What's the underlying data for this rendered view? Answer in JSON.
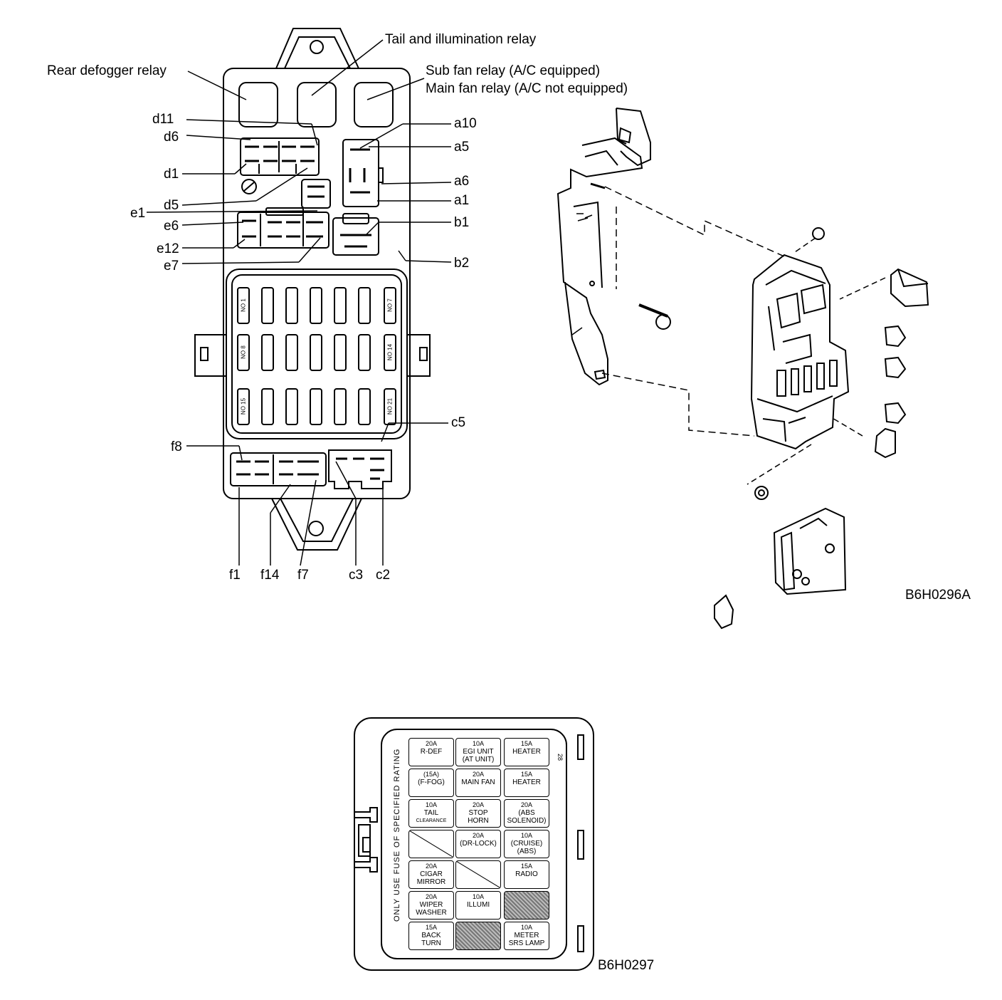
{
  "relay_labels": {
    "rear_defogger": "Rear defogger relay",
    "tail_illumination": "Tail and illumination relay",
    "sub_fan": "Sub fan relay (A/C equipped)",
    "main_fan": "Main fan relay (A/C not equipped)"
  },
  "connector_labels": {
    "d11": "d11",
    "d6": "d6",
    "d1": "d1",
    "d5": "d5",
    "e1": "e1",
    "e6": "e6",
    "e12": "e12",
    "e7": "e7",
    "a10": "a10",
    "a5": "a5",
    "a6": "a6",
    "a1": "a1",
    "b1": "b1",
    "b2": "b2",
    "c5": "c5",
    "f8": "f8",
    "f1": "f1",
    "f14": "f14",
    "f7": "f7",
    "c3": "c3",
    "c2": "c2"
  },
  "slot_labels": {
    "no1": "NO 1",
    "no7": "NO 7",
    "no8": "NO 8",
    "no14": "NO 14",
    "no15": "NO 15",
    "no21": "NO 21"
  },
  "figure_codes": {
    "exploded": "B6H0296A",
    "cover": "B6H0297"
  },
  "cover": {
    "side_note": "ONLY USE FUSE OF SPECIFIED RATING",
    "corner_num": "28",
    "cells": [
      {
        "amp": "20A",
        "name": "R-DEF",
        "name2": ""
      },
      {
        "amp": "10A",
        "name": "EGI UNIT",
        "name2": "(AT UNIT)"
      },
      {
        "amp": "15A",
        "name": "HEATER",
        "name2": ""
      },
      {
        "amp": "(15A)",
        "name": "(F-FOG)",
        "name2": ""
      },
      {
        "amp": "20A",
        "name": "MAIN FAN",
        "name2": ""
      },
      {
        "amp": "15A",
        "name": "HEATER",
        "name2": ""
      },
      {
        "amp": "10A",
        "name": "TAIL",
        "name2": "CLEARANCE"
      },
      {
        "amp": "20A",
        "name": "STOP",
        "name2": "HORN"
      },
      {
        "amp": "20A",
        "name": "(ABS",
        "name2": "SOLENOID)"
      },
      {
        "amp": "",
        "name": "",
        "name2": ""
      },
      {
        "amp": "20A",
        "name": "(DR-LOCK)",
        "name2": ""
      },
      {
        "amp": "10A",
        "name": "(CRUISE)",
        "name2": "(ABS)"
      },
      {
        "amp": "20A",
        "name": "CIGAR",
        "name2": "MIRROR"
      },
      {
        "amp": "",
        "name": "",
        "name2": ""
      },
      {
        "amp": "15A",
        "name": "RADIO",
        "name2": ""
      },
      {
        "amp": "20A",
        "name": "WIPER",
        "name2": "WASHER"
      },
      {
        "amp": "10A",
        "name": "ILLUMI",
        "name2": ""
      },
      {
        "amp": "",
        "name": "",
        "name2": ""
      },
      {
        "amp": "15A",
        "name": "BACK",
        "name2": "TURN"
      },
      {
        "amp": "",
        "name": "",
        "name2": ""
      },
      {
        "amp": "10A",
        "name": "METER",
        "name2": "SRS LAMP"
      }
    ]
  }
}
